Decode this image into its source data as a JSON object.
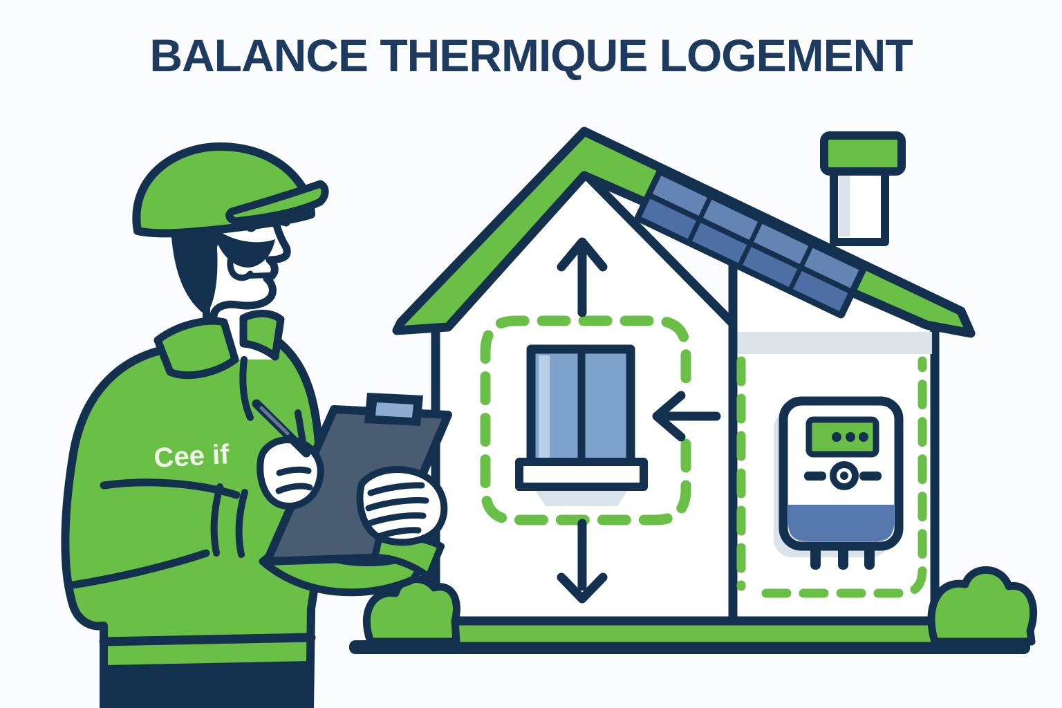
{
  "title": "BALANCE THERMIQUE LOGEMENT",
  "illustration": {
    "auditor": {
      "shirt_label": "Cee if"
    },
    "components": [
      "energy-auditor-with-clipboard",
      "house",
      "green-roof",
      "solar-panel",
      "chimney",
      "double-pane-window",
      "insulation-dashed-boundary",
      "heat-up-arrow",
      "heat-down-arrow",
      "heat-in-arrow",
      "energy-meter",
      "foundation",
      "bushes",
      "ground-line"
    ]
  },
  "colors": {
    "background": "#fbfcfd",
    "green": "#6abf47",
    "navy": "#14304f",
    "title_navy": "#1e3a5e",
    "white": "#ffffff",
    "light_gray": "#dbe3ea",
    "panel_blue": "#4e6fa4",
    "panel_blue_light": "#6484b4",
    "window_blue": "#7fa3cd",
    "window_highlight": "#b8cfe7",
    "clipboard_slate": "#4a5c71",
    "clip_blue": "#8fadd1",
    "meter_blue": "#5678ae",
    "pen_highlight": "#64798f",
    "shirt_text": "#eef6e8"
  }
}
